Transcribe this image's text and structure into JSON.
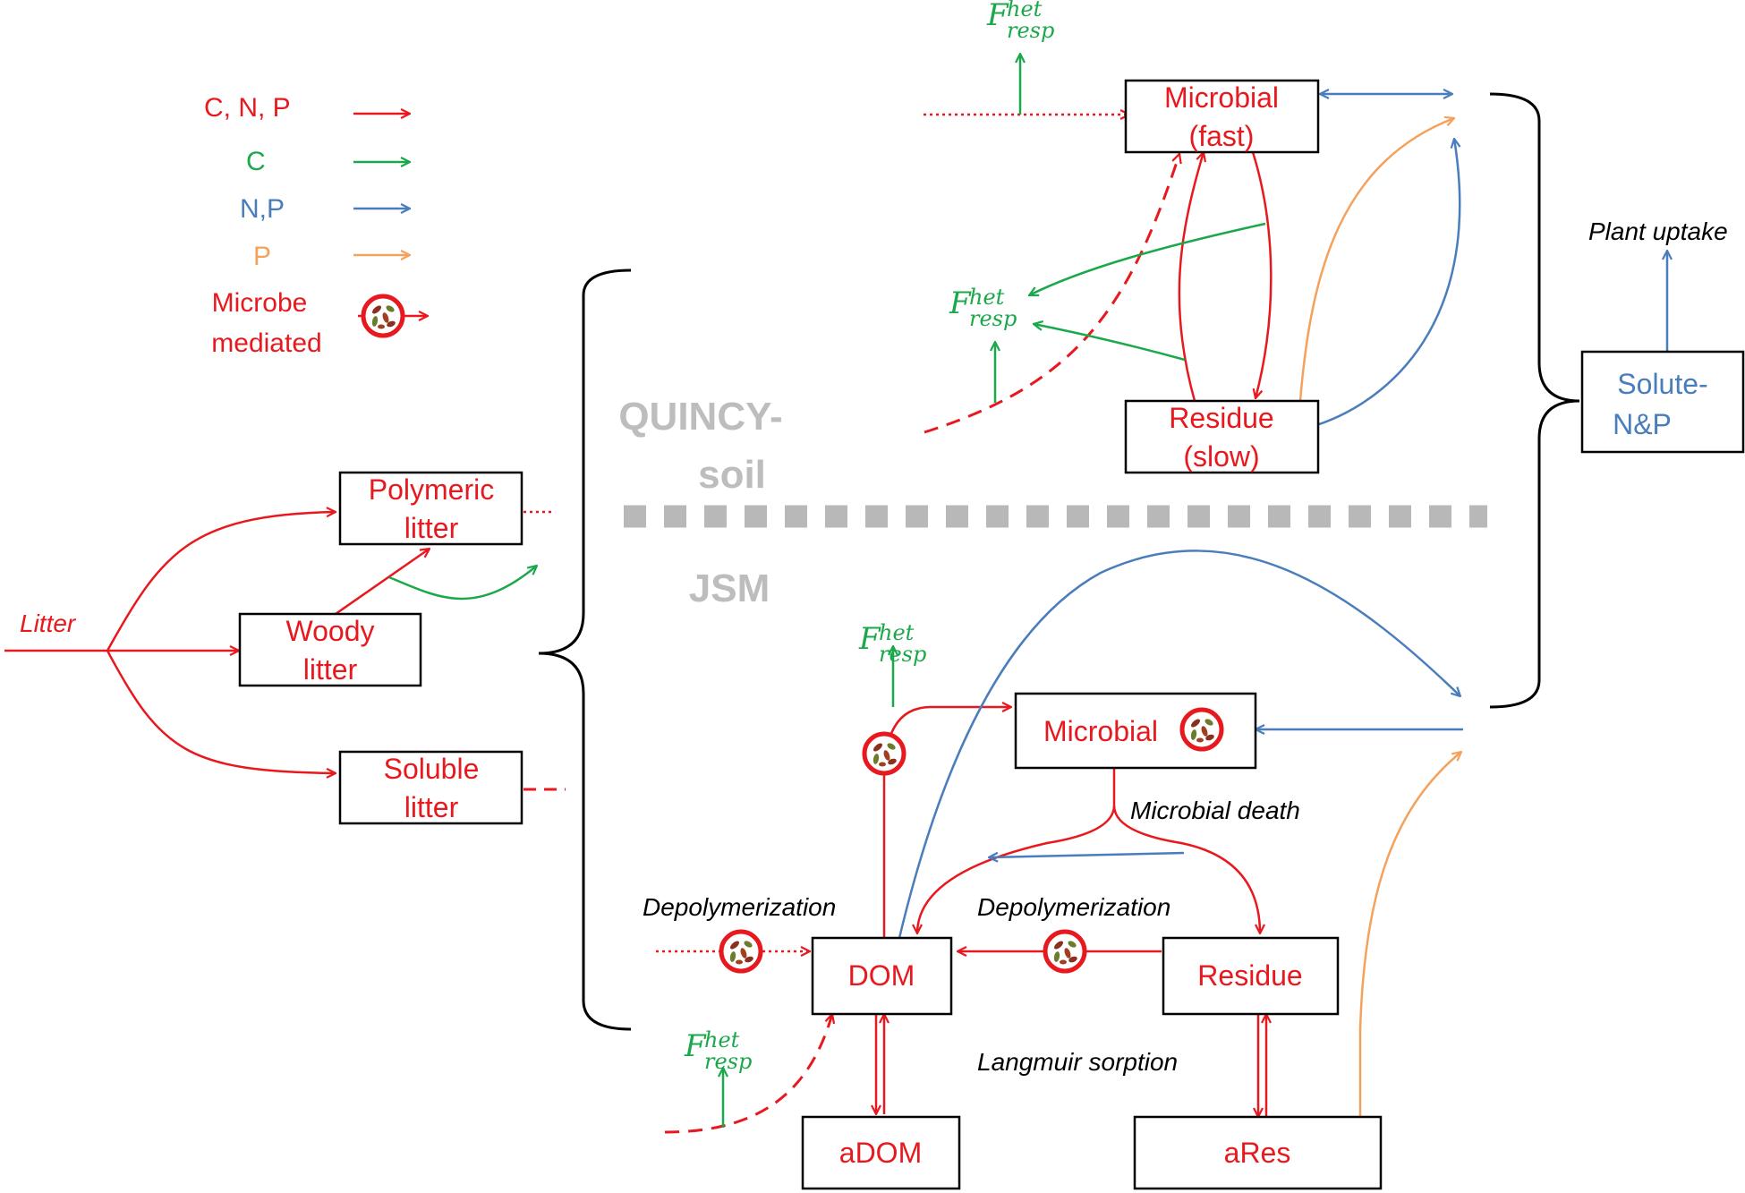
{
  "legend": {
    "cnp": "C, N, P",
    "c": "C",
    "np": "N,P",
    "p": "P",
    "microbe_line1": "Microbe",
    "microbe_line2": "mediated"
  },
  "sections": {
    "quincy_line1": "QUINCY-",
    "quincy_line2": "soil",
    "jsm": "JSM"
  },
  "boxes": {
    "q_microbial_line1": "Microbial",
    "q_microbial_line2": "(fast)",
    "q_residue_line1": "Residue",
    "q_residue_line2": "(slow)",
    "solute_line1": "Solute-",
    "solute_line2": "N&P",
    "polymeric_line1": "Polymeric",
    "polymeric_line2": "litter",
    "woody_line1": "Woody",
    "woody_line2": "litter",
    "soluble_line1": "Soluble",
    "soluble_line2": "litter",
    "j_microbial": "Microbial",
    "dom": "DOM",
    "residue": "Residue",
    "adom": "aDOM",
    "ares": "aRes"
  },
  "labels": {
    "litter": "Litter",
    "plant_uptake": "Plant uptake",
    "microbial_death": "Microbial death",
    "depolymerization_left": "Depolymerization",
    "depolymerization_right": "Depolymerization",
    "langmuir": "Langmuir sorption",
    "f_base": "F",
    "f_sup": "het",
    "f_sub": "resp"
  },
  "colors": {
    "cnp": "#e8191e",
    "c": "#1ba84a",
    "np": "#4a7dbb",
    "p": "#f4a15c"
  }
}
